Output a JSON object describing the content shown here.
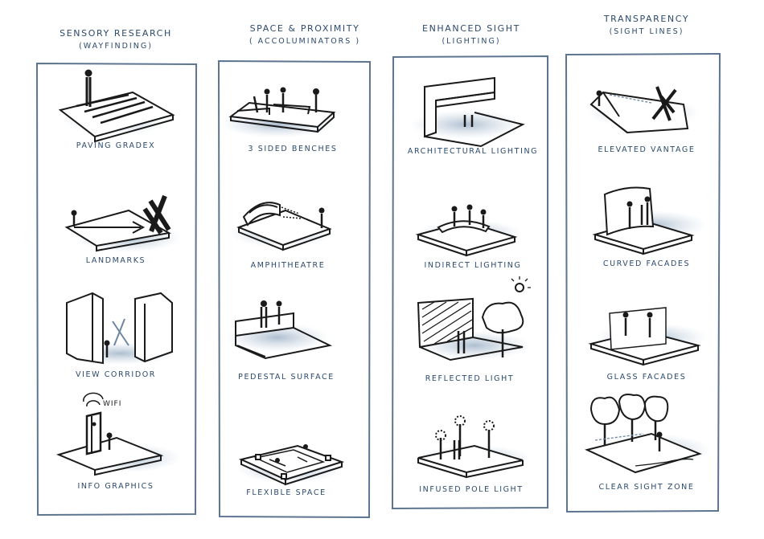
{
  "columns": [
    {
      "title": "Sensory Research",
      "subtitle": "(Wayfinding)",
      "items": [
        "Paving Gradex",
        "Landmarks",
        "View Corridor",
        "Info Graphics"
      ]
    },
    {
      "title": "Space & Proximity",
      "subtitle": "( Accoluminators )",
      "items": [
        "3 Sided Benches",
        "Amphitheatre",
        "Pedestal Surface",
        "Flexible Space"
      ]
    },
    {
      "title": "Enhanced Sight",
      "subtitle": "(Lighting)",
      "items": [
        "Architectural Lighting",
        "Indirect Lighting",
        "Reflected Light",
        "Infused Pole Light"
      ]
    },
    {
      "title": "Transparency",
      "subtitle": "(Sight Lines)",
      "items": [
        "Elevated Vantage",
        "Curved Facades",
        "Glass Facades",
        "Clear Sight Zone"
      ]
    }
  ],
  "annotations": {
    "wifi": "Wifi"
  },
  "colors": {
    "ink": "#1a1a1a",
    "label": "#2b4a6d",
    "frame": "#5d7590",
    "shadow": "#b7c5d4"
  }
}
